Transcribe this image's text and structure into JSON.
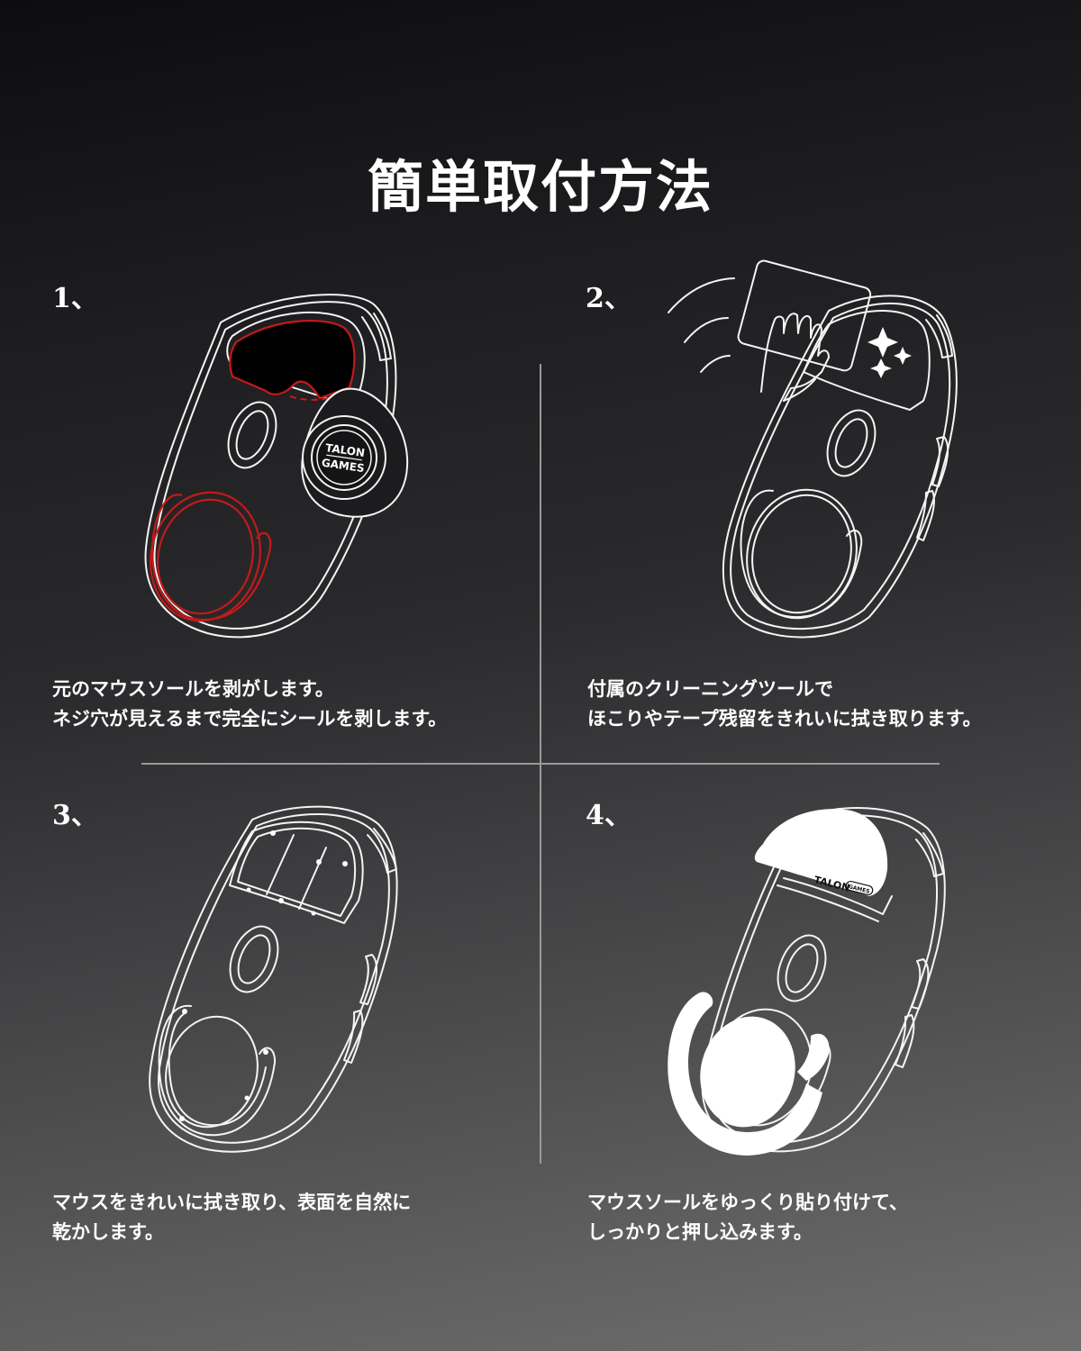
{
  "title": "簡単取付方法",
  "colors": {
    "background_top": "#0d0c0e",
    "background_bottom": "#6e6e6e",
    "text": "#ffffff",
    "accent_red": "#c31a1a",
    "divider": "#9a9a9a"
  },
  "steps": [
    {
      "number": "1、",
      "line1": "元のマウスソールを剥がします。",
      "line2": "ネジ穴が見えるまで完全にシールを剥します。",
      "illustration": "mouse-bottom-with-pry-tool",
      "brand_text_top": "TALON",
      "brand_text_bottom": "GAMES"
    },
    {
      "number": "2、",
      "line1": "付属のクリーニングツールで",
      "line2": "ほこりやテープ残留をきれいに拭き取ります。",
      "illustration": "hand-wiping-mouse-with-cloth"
    },
    {
      "number": "3、",
      "line1": "マウスをきれいに拭き取り、表面を自然に",
      "line2": "乾かします。",
      "illustration": "clean-mouse-bottom"
    },
    {
      "number": "4、",
      "line1": "マウスソールをゆっくり貼り付けて、",
      "line2": "しっかりと押し込みます。",
      "illustration": "mouse-with-new-skates",
      "brand_text": "TALON",
      "brand_badge": "GAMES"
    }
  ]
}
